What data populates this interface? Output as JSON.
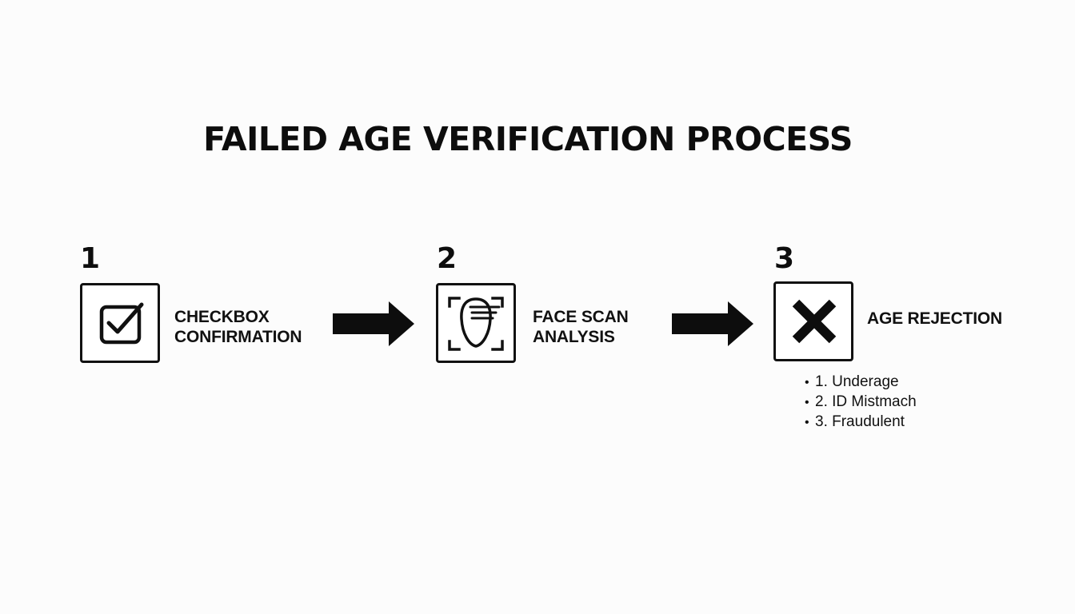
{
  "title": "FAILED AGE VERIFICATION PROCESS",
  "steps": [
    {
      "number": "1",
      "icon": "checkbox-icon",
      "label_lines": [
        "CHECKBOX",
        "CONFIRMATION"
      ]
    },
    {
      "number": "2",
      "icon": "face-scan-icon",
      "label_lines": [
        "FACE SCAN",
        "ANALYSIS"
      ]
    },
    {
      "number": "3",
      "icon": "x-mark-icon",
      "label_lines": [
        "AGE REJECTION"
      ],
      "reasons": [
        "1. Underage",
        "2. ID Mistmach",
        "3. Fraudulent"
      ]
    }
  ],
  "connectors": [
    "arrow-right-icon",
    "arrow-right-icon"
  ],
  "colors": {
    "background": "#fcfcfc",
    "ink": "#111111"
  }
}
